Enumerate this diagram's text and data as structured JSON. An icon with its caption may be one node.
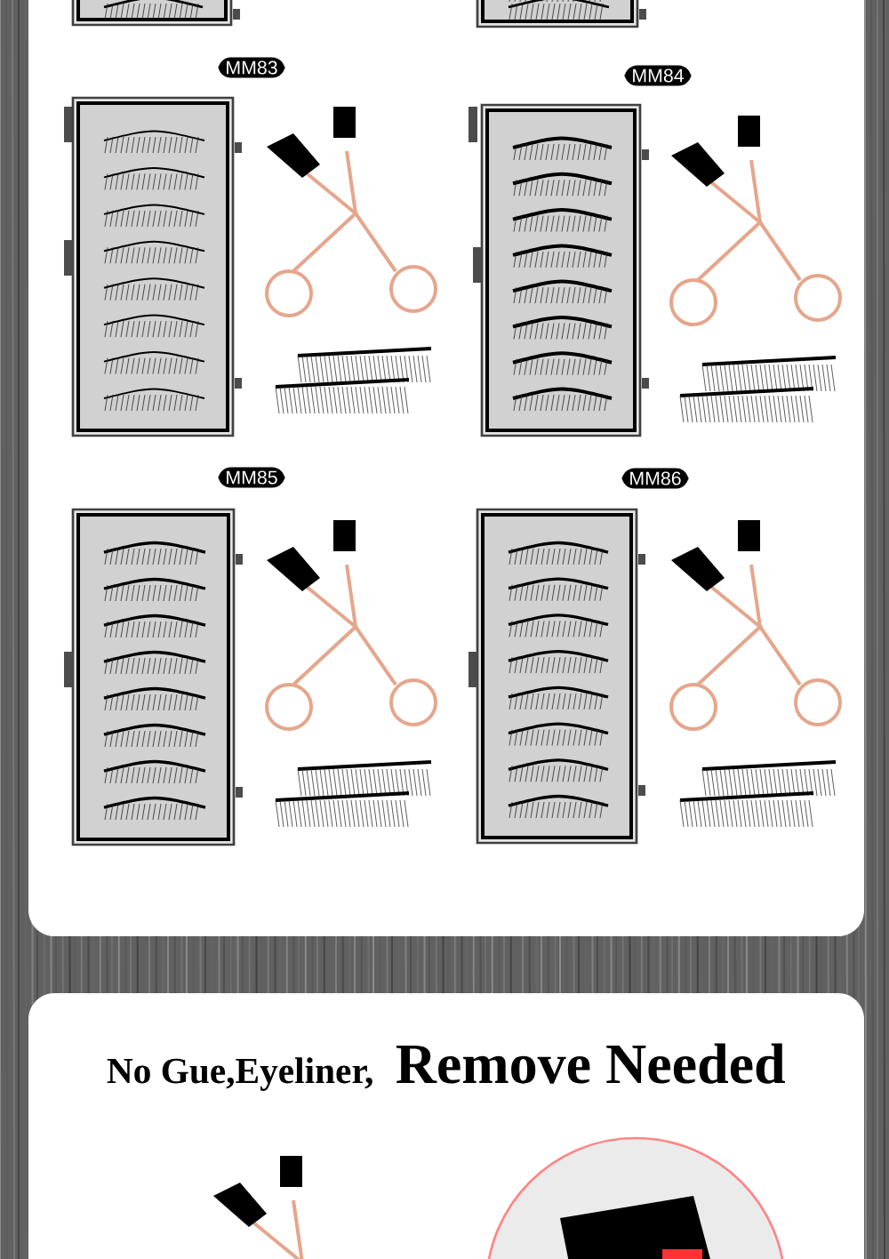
{
  "diagram": {
    "nodes": [
      {
        "text": [
          "MM83"
        ]
      },
      {
        "text": [
          "MM84"
        ]
      },
      {
        "text": [
          "MM85"
        ]
      },
      {
        "text": [
          "MM86"
        ]
      }
    ],
    "labels": [
      "No Gue,Eyeliner,",
      "Remove Needed"
    ]
  }
}
